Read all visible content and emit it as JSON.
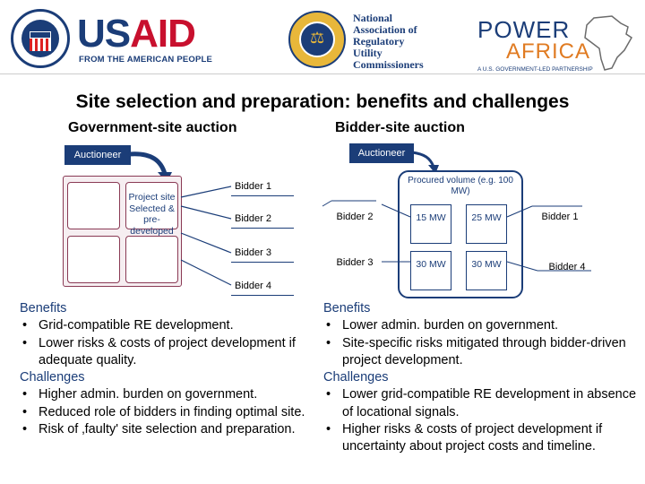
{
  "logos": {
    "usaid": {
      "us": "US",
      "aid": "AID",
      "tagline": "FROM THE AMERICAN PEOPLE"
    },
    "naruc": {
      "lines": [
        "National",
        "Association of",
        "Regulatory",
        "Utility",
        "Commissioners"
      ]
    },
    "power_africa": {
      "line1": "POWER",
      "line2": "AFRICA",
      "tagline": "A U.S. GOVERNMENT-LED PARTNERSHIP"
    }
  },
  "title": "Site selection and preparation: benefits and challenges",
  "left_diagram": {
    "subtitle": "Government-site auction",
    "auctioneer": "Auctioneer",
    "project_site": "Project site Selected & pre-developed",
    "bidders": [
      "Bidder 1",
      "Bidder 2",
      "Bidder 3",
      "Bidder 4"
    ]
  },
  "right_diagram": {
    "subtitle": "Bidder-site auction",
    "auctioneer": "Auctioneer",
    "procured_volume": "Procured volume (e.g. 100 MW)",
    "bidders": [
      "Bidder 1",
      "Bidder 2",
      "Bidder 3",
      "Bidder 4"
    ],
    "volumes": [
      "15 MW",
      "25 MW",
      "30 MW",
      "30 MW"
    ]
  },
  "left_text": {
    "benefits_heading": "Benefits",
    "benefits": [
      "Grid-compatible RE development.",
      "Lower risks & costs of project development if adequate quality."
    ],
    "challenges_heading": "Challenges",
    "challenges": [
      "Higher admin. burden on government.",
      "Reduced role of bidders in finding optimal site.",
      "Risk of ‚faulty' site selection and preparation."
    ]
  },
  "right_text": {
    "benefits_heading": "Benefits",
    "benefits": [
      "Lower admin. burden on government.",
      "Site-specific risks mitigated through bidder-driven project development."
    ],
    "challenges_heading": "Challenges",
    "challenges": [
      "Lower grid-compatible RE development in absence of locational signals.",
      "Higher risks & costs of project development if uncertainty about project costs and timeline."
    ]
  },
  "colors": {
    "navy": "#1b3d78",
    "red": "#c8102e",
    "orange": "#e07b22",
    "maroon": "#8a3a55"
  }
}
